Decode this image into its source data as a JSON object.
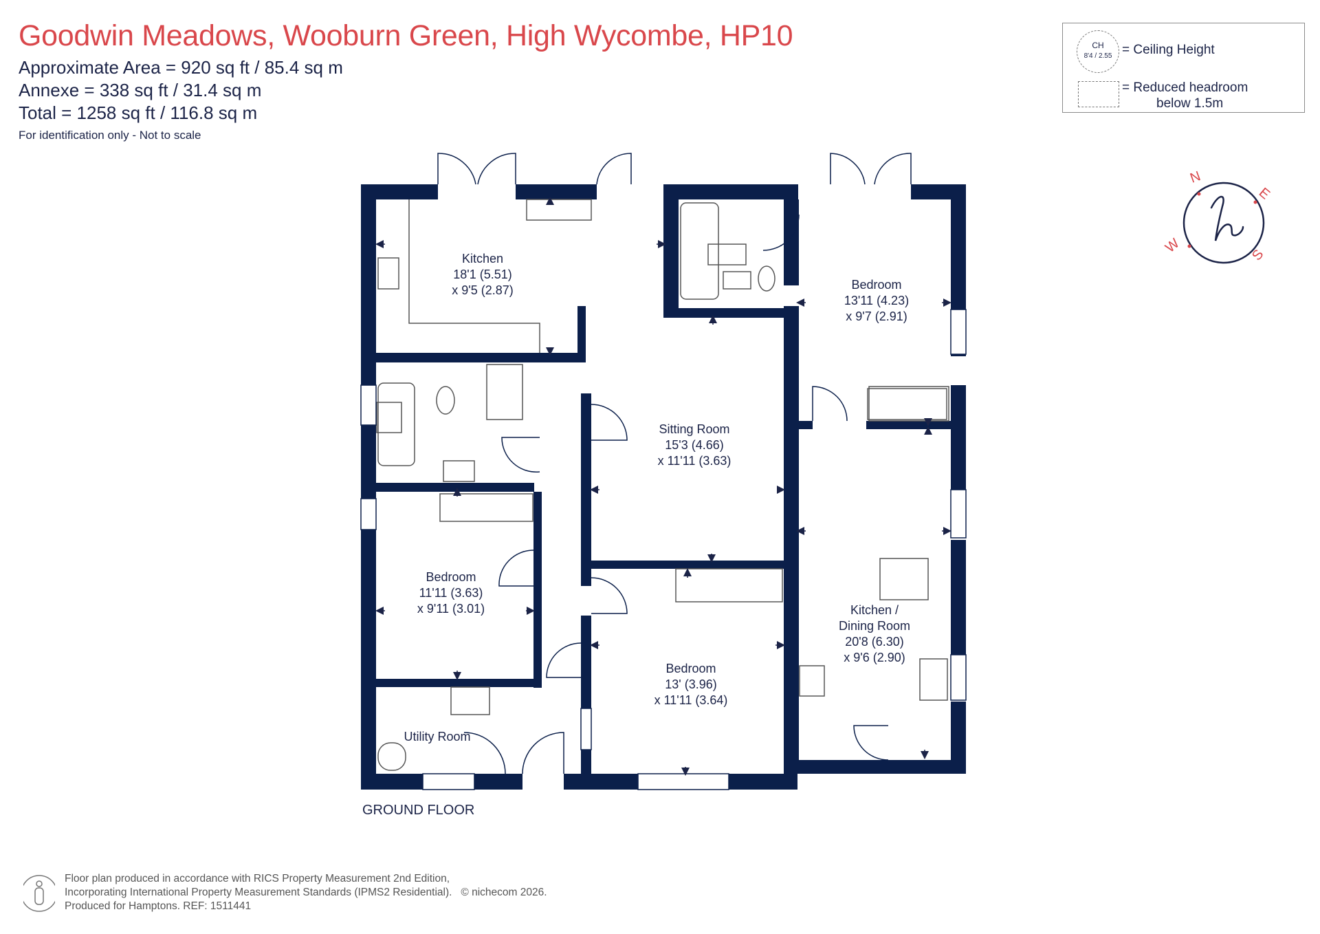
{
  "header": {
    "title": "Goodwin Meadows, Wooburn Green, High Wycombe, HP10",
    "approx_area": "Approximate Area = 920 sq ft / 85.4 sq m",
    "annexe_area": "Annexe = 338 sq ft / 31.4 sq m",
    "total_area": "Total = 1258 sq ft / 116.8 sq m",
    "note": "For identification only - Not to scale"
  },
  "legend": {
    "ch_label": "CH",
    "ch_value": "8'4 / 2.55",
    "ceiling_text": "= Ceiling Height",
    "reduced_text_1": "= Reduced headroom",
    "reduced_text_2": "below 1.5m"
  },
  "compass": {
    "n": "N",
    "e": "E",
    "s": "S",
    "w": "W"
  },
  "rooms": {
    "kitchen": {
      "name": "Kitchen",
      "dim1": "18'1 (5.51)",
      "dim2": "x 9'5 (2.87)"
    },
    "sitting": {
      "name": "Sitting Room",
      "dim1": "15'3 (4.66)",
      "dim2": "x 11'11 (3.63)"
    },
    "bedroom_ne": {
      "name": "Bedroom",
      "dim1": "13'11 (4.23)",
      "dim2": "x 9'7 (2.91)"
    },
    "bedroom_w": {
      "name": "Bedroom",
      "dim1": "11'11 (3.63)",
      "dim2": "x 9'11 (3.01)"
    },
    "bedroom_s": {
      "name": "Bedroom",
      "dim1": "13' (3.96)",
      "dim2": "x 11'11 (3.64)"
    },
    "kitchen_dining": {
      "name1": "Kitchen /",
      "name2": "Dining Room",
      "dim1": "20'8 (6.30)",
      "dim2": "x 9'6 (2.90)"
    },
    "utility": {
      "name": "Utility Room"
    }
  },
  "floor_label": "GROUND FLOOR",
  "footer": {
    "line1": "Floor plan produced in accordance with RICS Property Measurement 2nd Edition,",
    "line2": "Incorporating International Property Measurement Standards (IPMS2 Residential).",
    "copyright": "© nichecom 2026.",
    "line3": "Produced for Hamptons.   REF: 1511441"
  },
  "colors": {
    "wall": "#0b1f4a",
    "title": "#d9474b",
    "text": "#1b2347",
    "compass": "#d9474b"
  }
}
